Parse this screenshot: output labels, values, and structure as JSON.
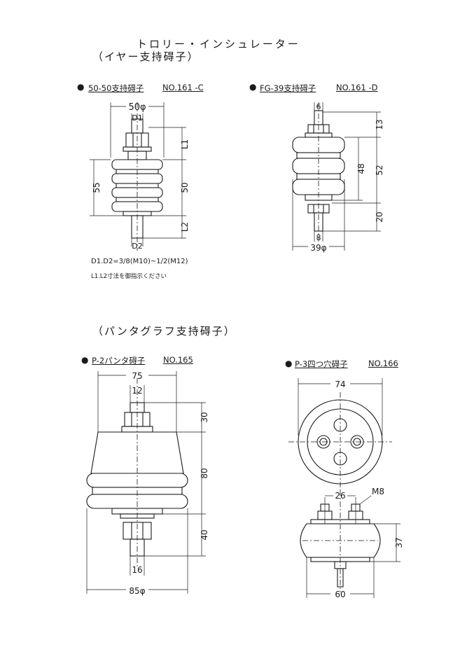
{
  "title": {
    "main": "トロリー・インシュレーター",
    "sub": "（イヤー支持碍子）"
  },
  "section2_title": "（パンタグラフ支持碍子）",
  "parts": [
    {
      "name": "50-50支持碍子",
      "number": "NO.161 -C",
      "dimensions": {
        "outer": "50φ",
        "top_bolt": "D1",
        "bottom_bolt": "D2",
        "top_length": "L1",
        "bottom_length": "L2",
        "height_total": "55",
        "height_body": "50"
      },
      "notes": [
        "D1.D2=3/8(M10)~1/2(M12)",
        "L1.L2寸法を御指示ください"
      ]
    },
    {
      "name": "FG-39支持碍子",
      "number": "NO.161 -D",
      "dimensions": {
        "top_bolt": "6",
        "top_length": "13",
        "body_height": "48",
        "overall": "52",
        "bottom_length": "20",
        "bottom_bolt": "8",
        "outer": "39φ"
      }
    },
    {
      "name": "P-2パンタ碍子",
      "number": "NO.165",
      "dimensions": {
        "top_width": "75",
        "top_bolt": "12",
        "top_length": "30",
        "body_height": "80",
        "bottom_length": "40",
        "bottom_bolt": "16",
        "outer": "85φ"
      }
    },
    {
      "name": "P-3四つ穴碍子",
      "number": "NO.166",
      "dimensions": {
        "plan_diameter": "74",
        "bolt_spacing": "26",
        "bolt_size": "M8",
        "height": "37",
        "base": "60"
      }
    }
  ]
}
